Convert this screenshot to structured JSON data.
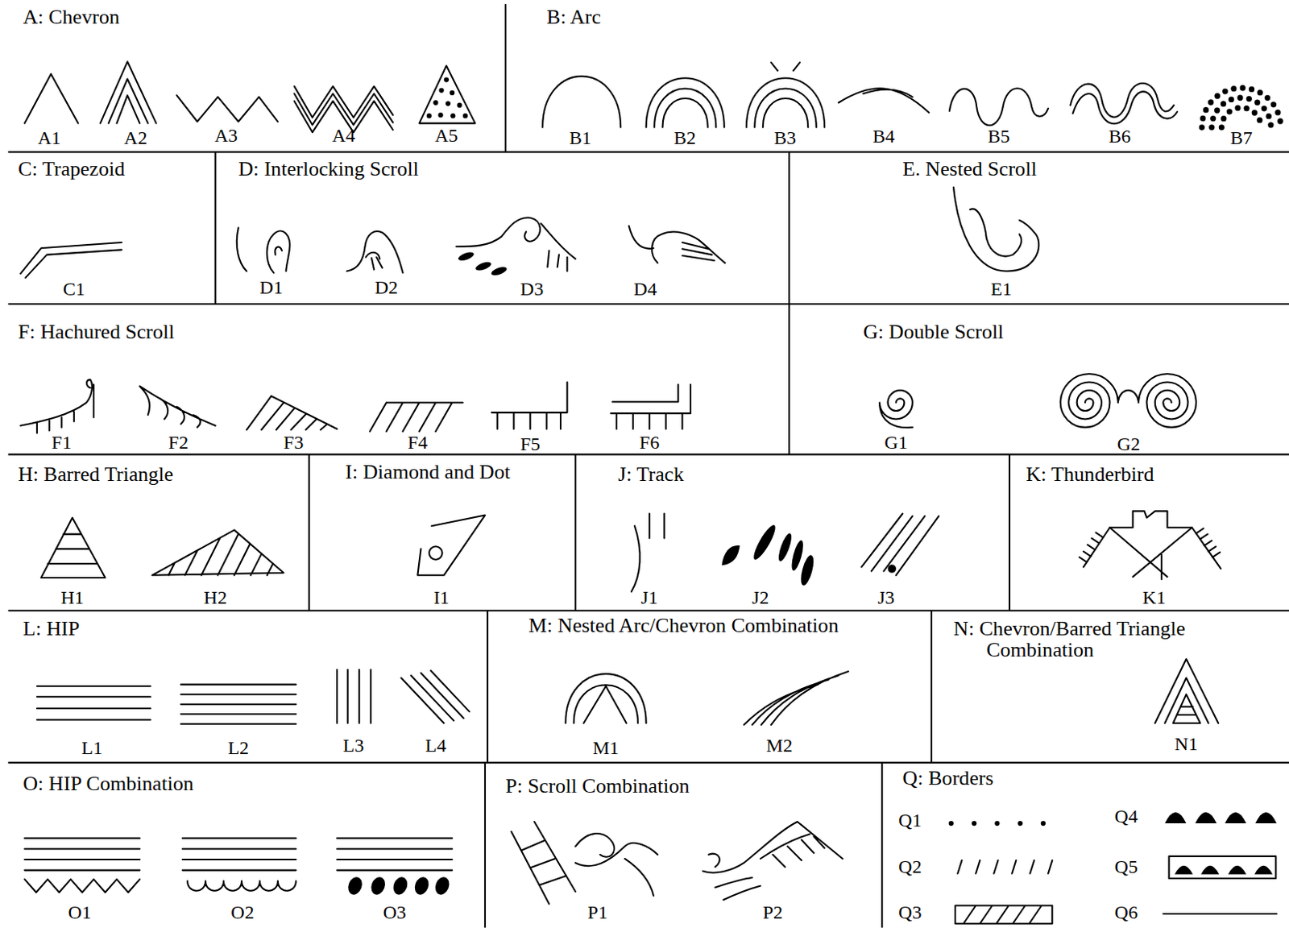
{
  "diagram": {
    "nodes": [
      {
        "text": [
          "A: Chevron"
        ]
      },
      {
        "text": [
          "B: Arc"
        ]
      },
      {
        "text": [
          "C: Trapezoid"
        ]
      },
      {
        "text": [
          "D: Interlocking Scroll"
        ]
      },
      {
        "text": [
          "E. Nested Scroll"
        ]
      },
      {
        "text": [
          "F: Hachured Scroll"
        ]
      },
      {
        "text": [
          "G: Double Scroll"
        ]
      },
      {
        "text": [
          "H: Barred Triangle"
        ]
      },
      {
        "text": [
          "I: Diamond and Dot"
        ]
      },
      {
        "text": [
          "J: Track"
        ]
      },
      {
        "text": [
          "K: Thunderbird"
        ]
      },
      {
        "text": [
          "L: HIP"
        ]
      },
      {
        "text": [
          "M: Nested Arc/Chevron Combination"
        ]
      },
      {
        "text": [
          "N: Chevron/Barred Triangle Combination"
        ]
      },
      {
        "text": [
          "O: HIP Combination"
        ]
      },
      {
        "text": [
          "P: Scroll Combination"
        ]
      },
      {
        "text": [
          "Q: Borders"
        ]
      }
    ],
    "labels": [
      "A1",
      "A2",
      "A3",
      "A4",
      "A5",
      "B1",
      "B2",
      "B3",
      "B4",
      "B5",
      "B6",
      "B7",
      "C1",
      "D1",
      "D2",
      "D3",
      "D4",
      "E1",
      "F1",
      "F2",
      "F3",
      "F4",
      "F5",
      "F6",
      "G1",
      "G2",
      "H1",
      "H2",
      "I1",
      "J1",
      "J2",
      "J3",
      "K1",
      "L1",
      "L2",
      "L3",
      "L4",
      "M1",
      "M2",
      "N1",
      "O1",
      "O2",
      "O3",
      "P1",
      "P2",
      "Q1",
      "Q2",
      "Q3",
      "Q4",
      "Q5",
      "Q6"
    ]
  }
}
